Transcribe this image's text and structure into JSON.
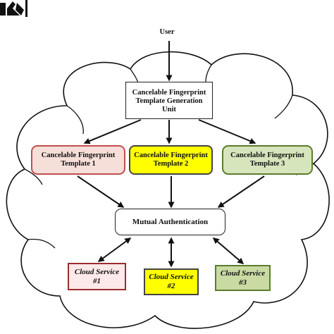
{
  "user": {
    "label": "User"
  },
  "generation_unit": {
    "lines": [
      "Cancelable Fingerprint",
      "Template Generation",
      "Unit"
    ]
  },
  "templates": [
    {
      "lines": [
        "Cancelable Fingerprint",
        "Template 1"
      ],
      "fill": "#f7dfd9",
      "border": "#c0504d"
    },
    {
      "lines": [
        "Cancelable Fingerprint",
        "Template 2"
      ],
      "fill": "#ffff00",
      "border": "#444444"
    },
    {
      "lines": [
        "Cancelable Fingerprint",
        "Template 3"
      ],
      "fill": "#d6e5bb",
      "border": "#5a7d2b"
    }
  ],
  "authentication": {
    "label": "Mutual Authentication"
  },
  "services": [
    {
      "lines": [
        "Cloud Service",
        "#1"
      ],
      "fill": "#fce9e9",
      "border": "#9b2d30"
    },
    {
      "lines": [
        "Cloud Service",
        "#2"
      ],
      "fill": "#ffff00",
      "border": "#444444"
    },
    {
      "lines": [
        "Cloud Service",
        "#3"
      ],
      "fill": "#c9dba3",
      "border": "#5a7d2b"
    }
  ]
}
